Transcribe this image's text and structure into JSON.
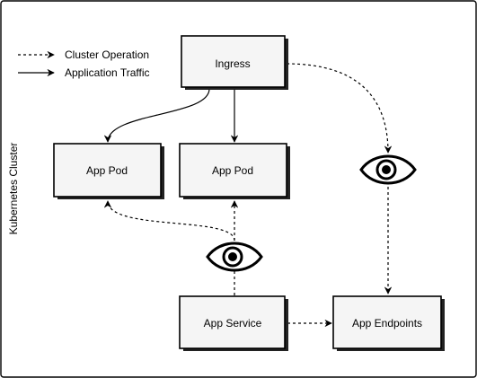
{
  "cluster": {
    "label": "Kubernetes Cluster"
  },
  "legend": {
    "dashed_label": "Cluster Operation",
    "solid_label": "Application Traffic"
  },
  "nodes": {
    "ingress": "Ingress",
    "app_pod_1": "App Pod",
    "app_pod_2": "App Pod",
    "app_service": "App Service",
    "app_endpoints": "App Endpoints"
  },
  "icons": {
    "watch": "eye-icon"
  },
  "colors": {
    "box_fill": "#f5f5f5",
    "stroke": "#000000"
  }
}
